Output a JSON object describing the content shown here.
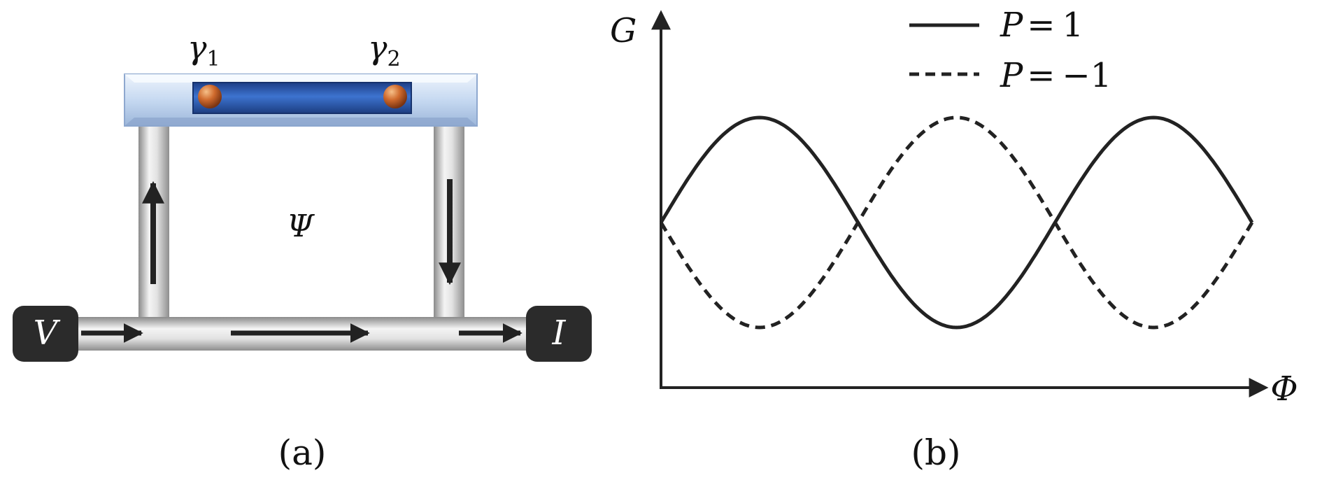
{
  "panel_a": {
    "caption": "(a)",
    "gamma1": {
      "symbol": "γ",
      "sub": "1"
    },
    "gamma2": {
      "symbol": "γ",
      "sub": "2"
    },
    "flux_label": "Ψ",
    "source_label": "V",
    "drain_label": "I"
  },
  "panel_b": {
    "caption": "(b)",
    "chart_data": {
      "type": "line",
      "ylabel": "G",
      "xlabel": "Φ",
      "grid": false,
      "legend_position": "top-right",
      "series": [
        {
          "name": "P = 1",
          "name_var": "P",
          "name_eq": "=",
          "name_val": "1",
          "style": "solid",
          "shape": "sine",
          "phase": "+"
        },
        {
          "name": "P = −1",
          "name_var": "P",
          "name_eq": "=",
          "name_val": "−1",
          "style": "dashed",
          "shape": "sine",
          "phase": "−"
        }
      ]
    }
  },
  "colors": {
    "ink": "#222222",
    "bar_blue": "#2f5fb8",
    "frame_light": "#cfe0f5",
    "majorana_orange": "#c8622a",
    "terminal_dark": "#2b2b2b"
  }
}
